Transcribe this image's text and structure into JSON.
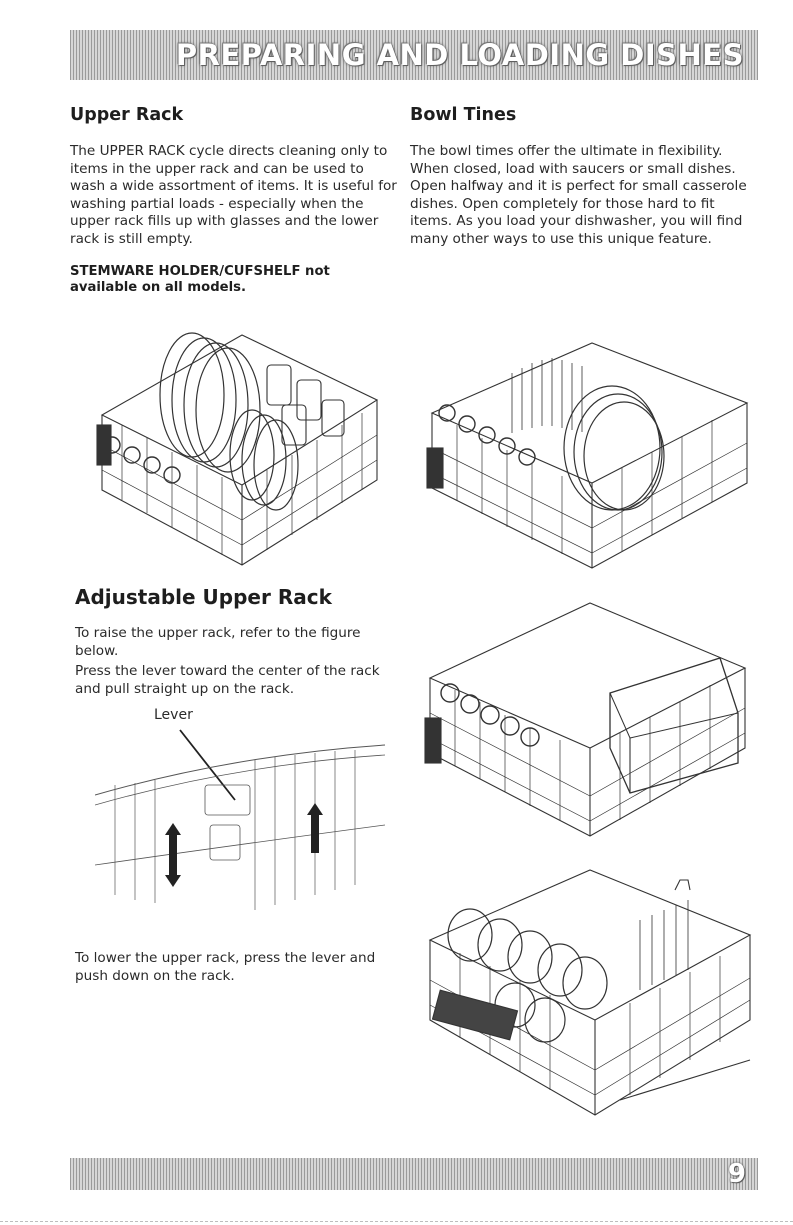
{
  "header": {
    "title": "PREPARING AND LOADING DISHES"
  },
  "upper_rack": {
    "title": "Upper Rack",
    "paragraph": "The UPPER RACK cycle directs cleaning only to items in the upper rack and can be used to wash a wide assortment of items.  It is useful for washing partial loads - especially when the upper rack fills up with glasses and the lower rack is still empty.",
    "note": "STEMWARE HOLDER/CUFSHELF not available on all models."
  },
  "bowl_tines": {
    "title": "Bowl Tines",
    "paragraph": "The bowl times offer the ultimate in flexibility. When closed, load with saucers or small dishes.  Open halfway and it is perfect for small casserole dishes.  Open completely for those hard to fit items.  As you load your dishwasher, you will find many other ways to use this unique feature."
  },
  "adjustable_upper_rack": {
    "title": "Adjustable Upper Rack",
    "raise_instruction": "To raise the upper rack, refer to the figure below.",
    "press_instruction": "Press the lever toward the center of the rack and pull straight up on the rack.",
    "lever_label": "Lever",
    "lower_instruction": "To lower the upper rack, press the lever and push down on the rack."
  },
  "footer": {
    "page_number": "9"
  },
  "colors": {
    "line_art": "#333333",
    "band": "#d6d6d6"
  }
}
